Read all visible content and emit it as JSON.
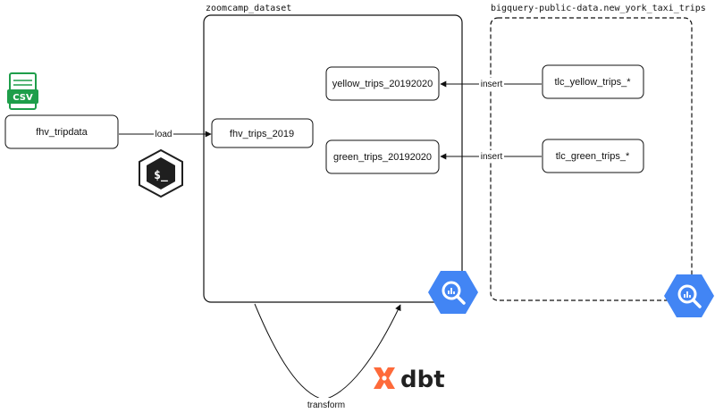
{
  "containers": {
    "zoomcamp": {
      "label": "zoomcamp_dataset"
    },
    "public": {
      "label": "bigquery-public-data.new_york_taxi_trips"
    }
  },
  "nodes": {
    "fhv_tripdata": "fhv_tripdata",
    "fhv_trips_2019": "fhv_trips_2019",
    "yellow_trips": "yellow_trips_20192020",
    "green_trips": "green_trips_20192020",
    "tlc_yellow": "tlc_yellow_trips_*",
    "tlc_green": "tlc_green_trips_*"
  },
  "edges": {
    "load": "load",
    "insert_yellow": "insert",
    "insert_green": "insert",
    "transform": "transform"
  },
  "logos": {
    "csv": "CSV",
    "dbt": "dbt",
    "shell": "$_"
  },
  "colors": {
    "csv_green": "#1e9e4a",
    "bigquery_blue": "#4285f4",
    "dbt_orange": "#fe6a3a",
    "shell_dark": "#1f1f1f"
  }
}
